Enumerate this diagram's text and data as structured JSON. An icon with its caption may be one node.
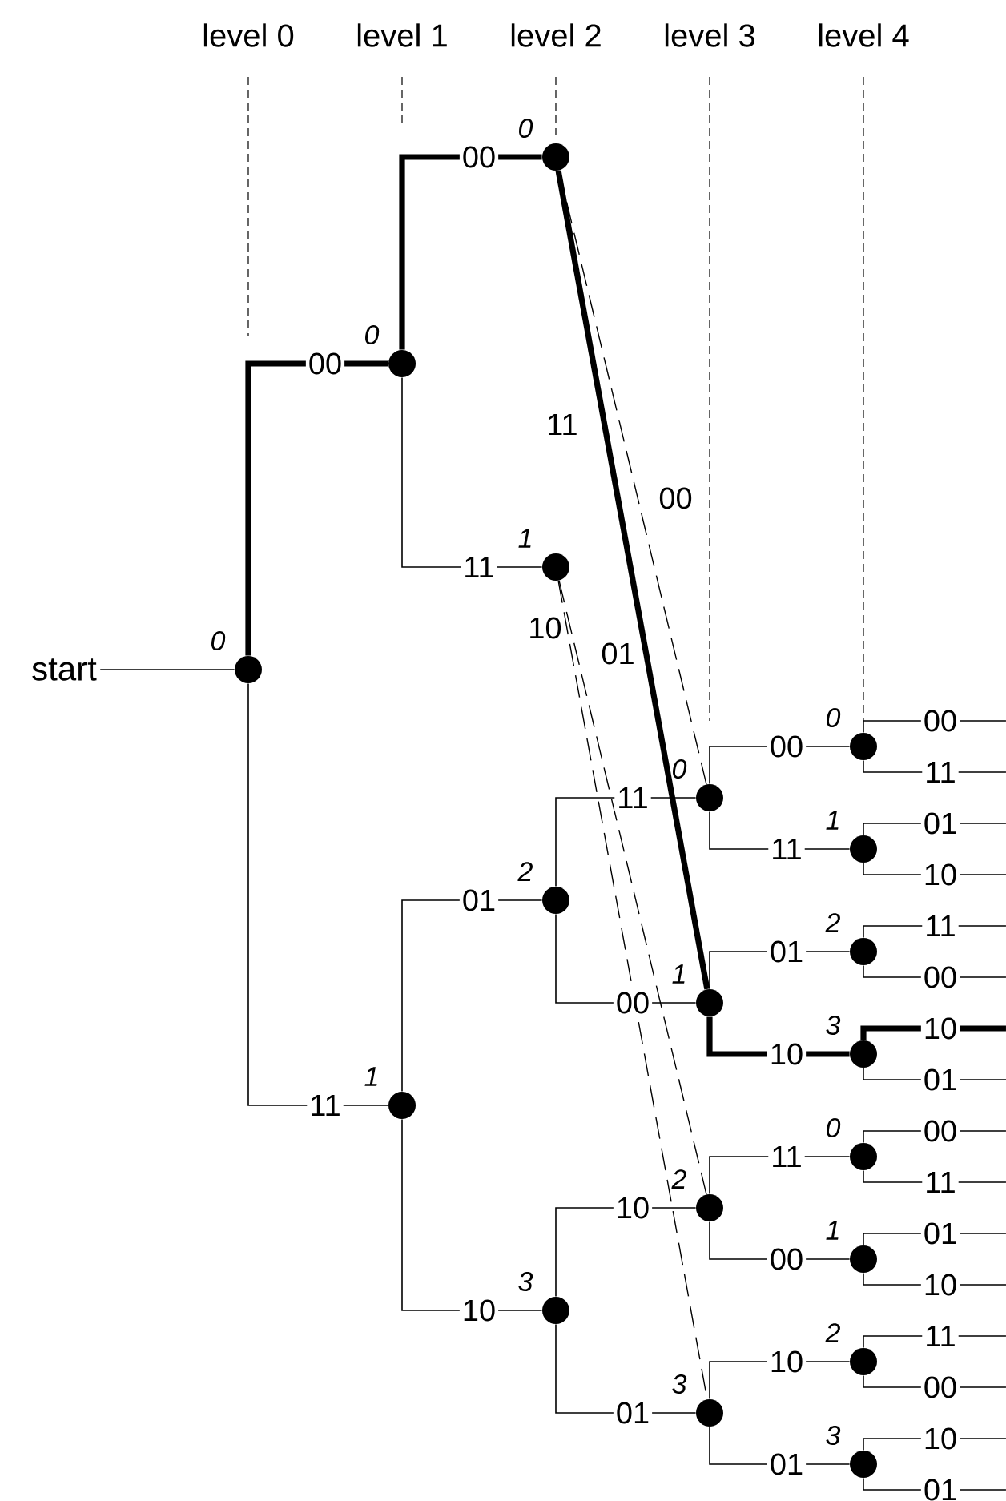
{
  "diagram": {
    "nodes": [
      {
        "text": [
          "start"
        ]
      },
      {
        "text": [],
        "shape": "circle",
        "beside": [
          "0"
        ]
      },
      {
        "text": [],
        "shape": "circle",
        "beside": [
          "0"
        ]
      },
      {
        "text": [],
        "shape": "circle",
        "beside": [
          "1"
        ]
      },
      {
        "text": [],
        "shape": "circle",
        "beside": [
          "0"
        ]
      },
      {
        "text": [],
        "shape": "circle",
        "beside": [
          "1"
        ]
      },
      {
        "text": [],
        "shape": "circle",
        "beside": [
          "2"
        ]
      },
      {
        "text": [],
        "shape": "circle",
        "beside": [
          "3"
        ]
      },
      {
        "text": [],
        "shape": "circle",
        "beside": [
          "0"
        ]
      },
      {
        "text": [],
        "shape": "circle",
        "beside": [
          "1"
        ]
      },
      {
        "text": [],
        "shape": "circle",
        "beside": [
          "2"
        ]
      },
      {
        "text": [],
        "shape": "circle",
        "beside": [
          "3"
        ]
      },
      {
        "text": [],
        "shape": "circle",
        "beside": [
          "0"
        ]
      },
      {
        "text": [],
        "shape": "circle",
        "beside": [
          "1"
        ]
      },
      {
        "text": [],
        "shape": "circle",
        "beside": [
          "2"
        ]
      },
      {
        "text": [],
        "shape": "circle",
        "beside": [
          "3"
        ]
      },
      {
        "text": [],
        "shape": "circle",
        "beside": [
          "0"
        ]
      },
      {
        "text": [],
        "shape": "circle",
        "beside": [
          "1"
        ]
      },
      {
        "text": [],
        "shape": "circle",
        "beside": [
          "2"
        ]
      },
      {
        "text": [],
        "shape": "circle",
        "beside": [
          "3"
        ]
      }
    ],
    "edges": [
      {
        "from": 0,
        "to": 1,
        "arrow": "none"
      },
      {
        "from": 1,
        "to": 2,
        "arrow": "none",
        "label": "00",
        "style": "thick"
      },
      {
        "from": 1,
        "to": 3,
        "arrow": "none",
        "label": "11"
      },
      {
        "from": 2,
        "to": 4,
        "arrow": "none",
        "label": "00",
        "style": "thick"
      },
      {
        "from": 2,
        "to": 5,
        "arrow": "none",
        "label": "11"
      },
      {
        "from": 3,
        "to": 6,
        "arrow": "none",
        "label": "01"
      },
      {
        "from": 3,
        "to": 7,
        "arrow": "none",
        "label": "10"
      },
      {
        "from": 4,
        "to": 8,
        "arrow": "none",
        "label": "00",
        "style": "dashed"
      },
      {
        "from": 4,
        "to": 9,
        "arrow": "none",
        "label": "11",
        "style": "thick"
      },
      {
        "from": 5,
        "to": 10,
        "arrow": "none",
        "label": "01",
        "style": "dashed"
      },
      {
        "from": 5,
        "to": 11,
        "arrow": "none",
        "label": "10",
        "style": "dashed"
      },
      {
        "from": 6,
        "to": 8,
        "arrow": "none",
        "label": "11"
      },
      {
        "from": 6,
        "to": 9,
        "arrow": "none",
        "label": "00"
      },
      {
        "from": 7,
        "to": 10,
        "arrow": "none",
        "label": "10"
      },
      {
        "from": 7,
        "to": 11,
        "arrow": "none",
        "label": "01"
      },
      {
        "from": 8,
        "to": 12,
        "arrow": "none",
        "label": "00"
      },
      {
        "from": 8,
        "to": 13,
        "arrow": "none",
        "label": "11"
      },
      {
        "from": 9,
        "to": 14,
        "arrow": "none",
        "label": "01"
      },
      {
        "from": 9,
        "to": 15,
        "arrow": "none",
        "label": "10",
        "style": "thick"
      },
      {
        "from": 10,
        "to": 16,
        "arrow": "none",
        "label": "11"
      },
      {
        "from": 10,
        "to": 17,
        "arrow": "none",
        "label": "00"
      },
      {
        "from": 11,
        "to": 18,
        "arrow": "none",
        "label": "10"
      },
      {
        "from": 11,
        "to": 19,
        "arrow": "none",
        "label": "01"
      },
      {
        "from": 12,
        "to": null,
        "arrow": "none",
        "label": "00"
      },
      {
        "from": 12,
        "to": null,
        "arrow": "none",
        "label": "11"
      },
      {
        "from": 13,
        "to": null,
        "arrow": "none",
        "label": "01"
      },
      {
        "from": 13,
        "to": null,
        "arrow": "none",
        "label": "10"
      },
      {
        "from": 14,
        "to": null,
        "arrow": "none",
        "label": "11"
      },
      {
        "from": 14,
        "to": null,
        "arrow": "none",
        "label": "00"
      },
      {
        "from": 15,
        "to": null,
        "arrow": "none",
        "label": "10",
        "style": "thick"
      },
      {
        "from": 15,
        "to": null,
        "arrow": "none",
        "label": "01"
      },
      {
        "from": 16,
        "to": null,
        "arrow": "none",
        "label": "00"
      },
      {
        "from": 16,
        "to": null,
        "arrow": "none",
        "label": "11"
      },
      {
        "from": 17,
        "to": null,
        "arrow": "none",
        "label": "01"
      },
      {
        "from": 17,
        "to": null,
        "arrow": "none",
        "label": "10"
      },
      {
        "from": 18,
        "to": null,
        "arrow": "none",
        "label": "11"
      },
      {
        "from": 18,
        "to": null,
        "arrow": "none",
        "label": "00"
      },
      {
        "from": 19,
        "to": null,
        "arrow": "none",
        "label": "10"
      },
      {
        "from": 19,
        "to": null,
        "arrow": "none",
        "label": "01"
      }
    ],
    "labels": [
      "level 0",
      "level 1",
      "level 2",
      "level 3",
      "level 4"
    ]
  }
}
